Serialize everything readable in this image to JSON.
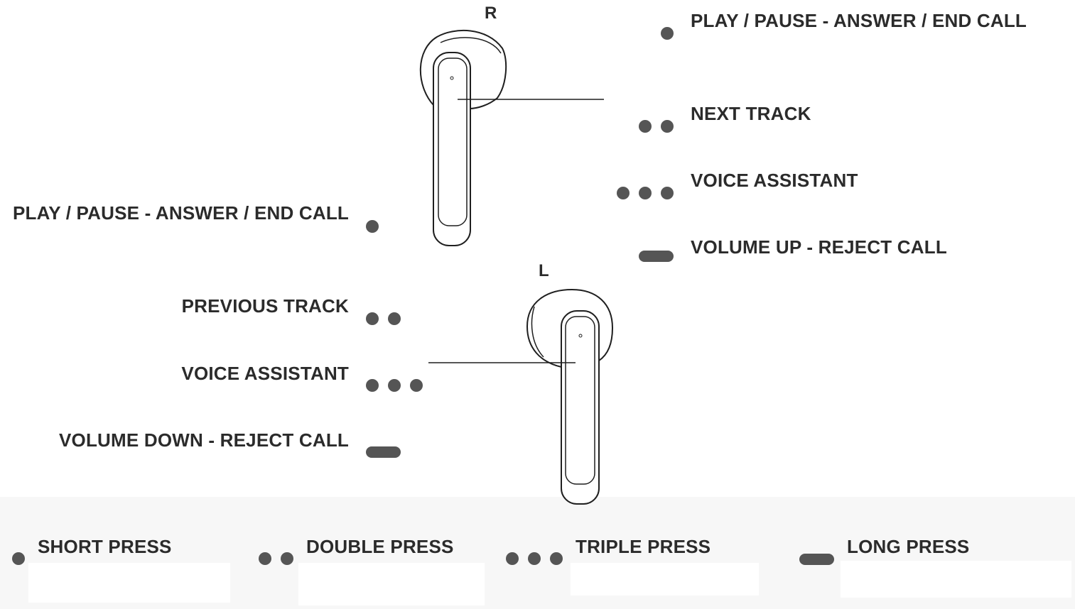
{
  "ear_letters": {
    "right": "R",
    "left": "L"
  },
  "right_controls": [
    {
      "label": "PLAY / PAUSE - ANSWER / END CALL",
      "gesture": "short-press"
    },
    {
      "label": "NEXT TRACK",
      "gesture": "double-press"
    },
    {
      "label": "VOICE ASSISTANT",
      "gesture": "triple-press"
    },
    {
      "label": "VOLUME UP - REJECT CALL",
      "gesture": "long-press"
    }
  ],
  "left_controls": [
    {
      "label": "PLAY / PAUSE - ANSWER / END CALL",
      "gesture": "short-press"
    },
    {
      "label": "PREVIOUS TRACK",
      "gesture": "double-press"
    },
    {
      "label": "VOICE ASSISTANT",
      "gesture": "triple-press"
    },
    {
      "label": "VOLUME DOWN - REJECT CALL",
      "gesture": "long-press"
    }
  ],
  "legend": [
    {
      "label": "SHORT PRESS",
      "gesture": "short-press"
    },
    {
      "label": "DOUBLE PRESS",
      "gesture": "double-press"
    },
    {
      "label": "TRIPLE PRESS",
      "gesture": "triple-press"
    },
    {
      "label": "LONG PRESS",
      "gesture": "long-press"
    }
  ],
  "colors": {
    "ink": "#2b2b2b",
    "marker": "#555555",
    "outline": "#1f1f1f"
  },
  "icons": {
    "right_earbud": "earbud-right-icon",
    "left_earbud": "earbud-left-icon"
  }
}
